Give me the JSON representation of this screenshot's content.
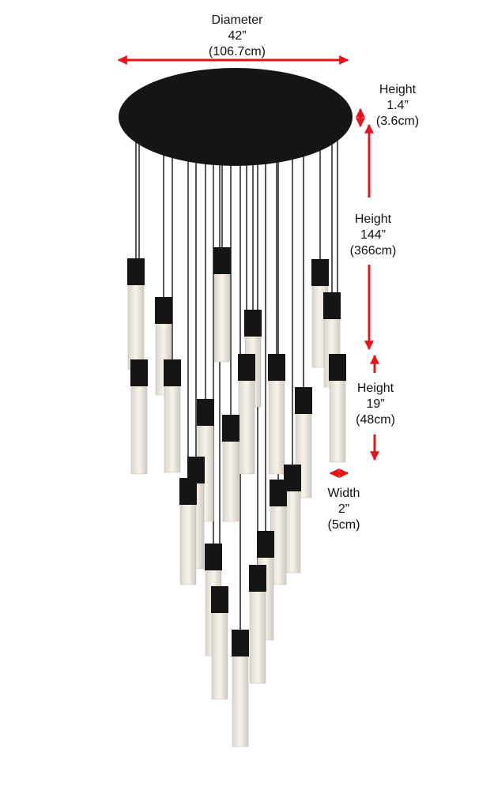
{
  "colors": {
    "arrow": "#e8141b",
    "fixture": "#151515",
    "crystal": "#efeae2"
  },
  "dimensions": {
    "diameter": {
      "label": "Diameter",
      "imperial": "42”",
      "metric": "(106.7cm)"
    },
    "canopy_height": {
      "label": "Height",
      "imperial": "1.4”",
      "metric": "(3.6cm)"
    },
    "overall_height": {
      "label": "Height",
      "imperial": "144”",
      "metric": "(366cm)"
    },
    "pendant_height": {
      "label": "Height",
      "imperial": "19”",
      "metric": "(48cm)"
    },
    "pendant_width": {
      "label": "Width",
      "imperial": "2”",
      "metric": "(5cm)"
    }
  }
}
